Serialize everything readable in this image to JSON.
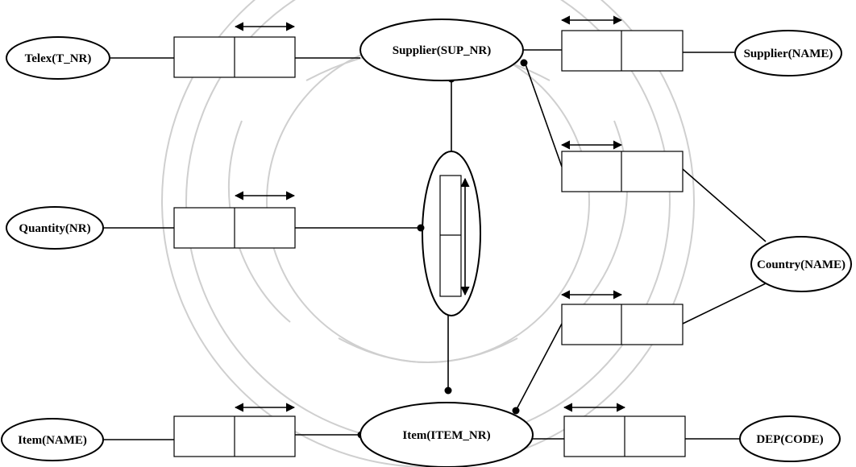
{
  "diagram": {
    "entities": {
      "telex_t_nr": "Telex(T_NR)",
      "supplier_sup_nr": "Supplier(SUP_NR)",
      "supplier_name": "Supplier(NAME)",
      "quantity_nr": "Quantity(NR)",
      "country_name": "Country(NAME)",
      "item_name": "Item(NAME)",
      "item_item_nr": "Item(ITEM_NR)",
      "dep_code": "DEP(CODE)"
    }
  },
  "colors": {
    "ink": "#000000",
    "watermark": "#cfcfcf",
    "background": "#ffffff"
  }
}
